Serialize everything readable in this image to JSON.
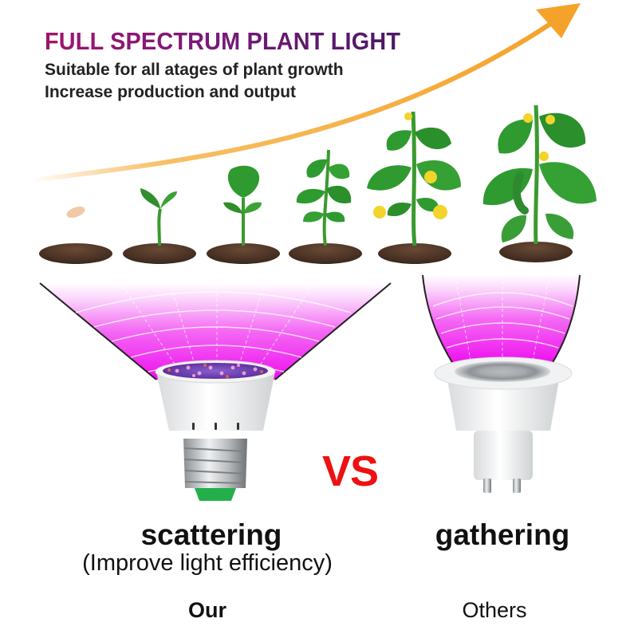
{
  "header": {
    "title": "FULL SPECTRUM PLANT LIGHT",
    "subtitle_line1": "Suitable for all atages of plant growth",
    "subtitle_line2": "Increase production and output"
  },
  "growth_stages": [
    {
      "name": "seed"
    },
    {
      "name": "sprout"
    },
    {
      "name": "seedling"
    },
    {
      "name": "young-plant"
    },
    {
      "name": "flowering-plant"
    },
    {
      "name": "fruiting-plant"
    }
  ],
  "comparison": {
    "vs_label": "VS",
    "ours": {
      "beam_type": "scattering",
      "note": "(Improve light efficiency)",
      "label": "Our"
    },
    "others": {
      "beam_type": "gathering",
      "label": "Others"
    }
  },
  "colors": {
    "title_start": "#a0146e",
    "title_end": "#4a1866",
    "arrow": "#f5a22a",
    "beam": "#f020f0",
    "vs": "#ee1111",
    "leaf": "#2f9a2f",
    "soil": "#4a3326"
  }
}
